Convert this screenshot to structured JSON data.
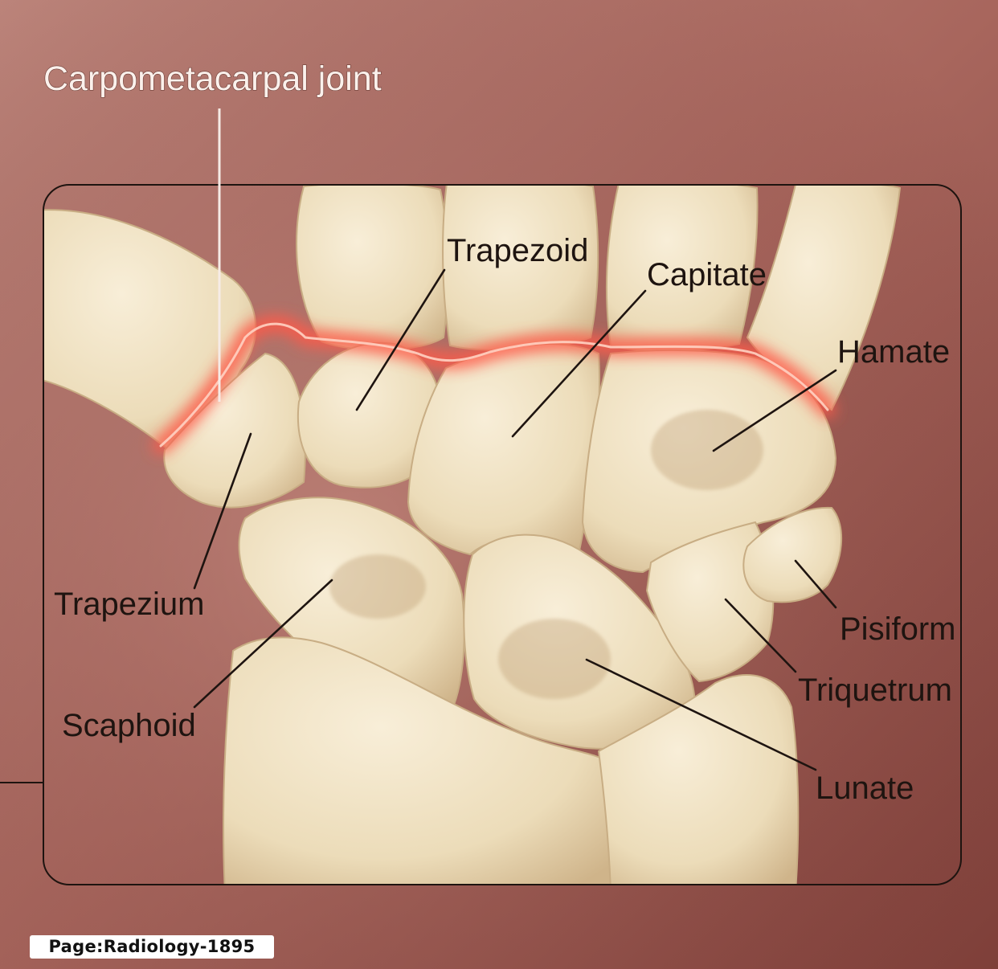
{
  "labels": {
    "carpometacarpal_joint": "Carpometacarpal joint",
    "trapezoid": "Trapezoid",
    "capitate": "Capitate",
    "hamate": "Hamate",
    "trapezium": "Trapezium",
    "scaphoid": "Scaphoid",
    "pisiform": "Pisiform",
    "triquetrum": "Triquetrum",
    "lunate": "Lunate"
  },
  "page_tag": "Page:Radiology-1895",
  "colors": {
    "background": "#a86a61",
    "bone": "#efe1c2",
    "joint_glow": "#ff5a4a",
    "label_text": "#1e1410"
  }
}
